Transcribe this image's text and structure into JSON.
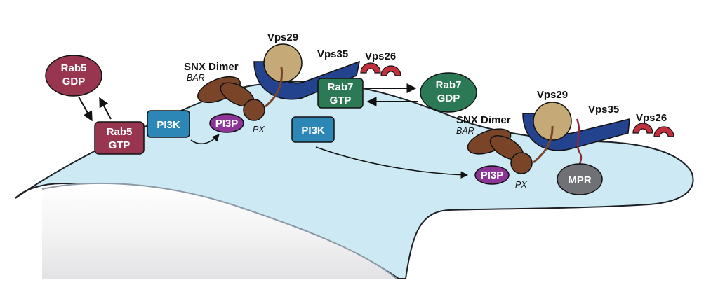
{
  "colors": {
    "membrane": "#cde9f4",
    "membrane_edge": "#1d2126",
    "lumen_shadow": "#ececed",
    "rab5": "#98354f",
    "rab7": "#2b7a55",
    "pi3k": "#2c86b6",
    "pi3p": "#8c3596",
    "snx": "#7a4428",
    "vps29": "#c5a977",
    "vps35": "#24438f",
    "vps26": "#c2303d",
    "mpr": "#707174"
  },
  "labels": {
    "rab5_gdp": [
      "Rab5",
      "GDP"
    ],
    "rab5_gtp": [
      "Rab5",
      "GTP"
    ],
    "pi3k_left": "PI3K",
    "pi3k_mid": "PI3K",
    "pi3p_left": "PI3P",
    "pi3p_right": "PI3P",
    "px_left": "PX",
    "px_right": "PX",
    "snx_left": "SNX Dimer",
    "bar_left": "BAR",
    "snx_right": "SNX Dimer",
    "bar_right": "BAR",
    "vps29_left": "Vps29",
    "vps35_left": "Vps35",
    "vps26_left": "Vps26",
    "vps29_right": "Vps29",
    "vps35_right": "Vps35",
    "vps26_right": "Vps26",
    "rab7_gtp": [
      "Rab7",
      "GTP"
    ],
    "rab7_gdp": [
      "Rab7",
      "GDP"
    ],
    "mpr": "MPR"
  }
}
